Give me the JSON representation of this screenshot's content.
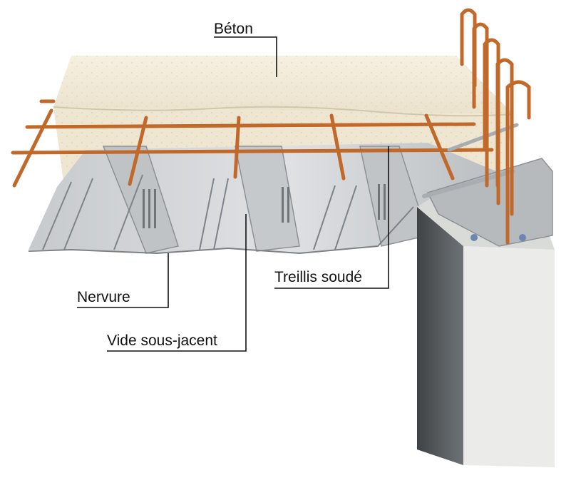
{
  "labels": {
    "beton": "Béton",
    "treillis": "Treillis soudé",
    "nervure": "Nervure",
    "vide": "Vide sous-jacent"
  },
  "colors": {
    "concrete": "#f1e9d6",
    "concrete_shadow": "#ddd2b8",
    "deck_light": "#d4d6d8",
    "deck_mid": "#b9bcbf",
    "deck_dark": "#8d9196",
    "rebar": "#c0692a",
    "wall_face": "#ecedeb",
    "wall_side": "#5d6164",
    "leader": "#111111"
  }
}
